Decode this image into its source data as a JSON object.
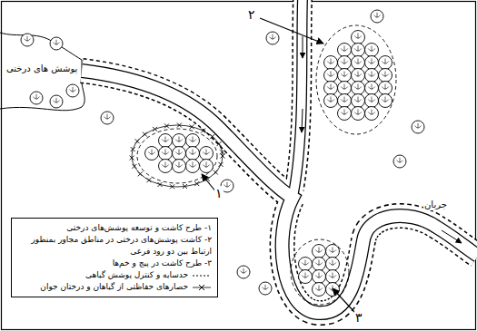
{
  "diagram": {
    "labels": [
      "پوشش های درختی",
      "جریان",
      "۱",
      "۲",
      "۳"
    ],
    "legend": [
      {
        "text": "۱- طرح کاشت و توسعه پوشش‌های درختی"
      },
      {
        "text": "۲- کاشت پوشش‌های درختی در مناطق مجاور بمنظور ارتباط بین دو رود فرعی"
      },
      {
        "text": "۳- طرح کاشت در پیچ و خم‌ها"
      },
      {
        "text": "حدسایه و کنترل پوشش گیاهی"
      },
      {
        "text": "حصارهای حفاظتی از گیاهان و درختان جوان"
      }
    ]
  }
}
